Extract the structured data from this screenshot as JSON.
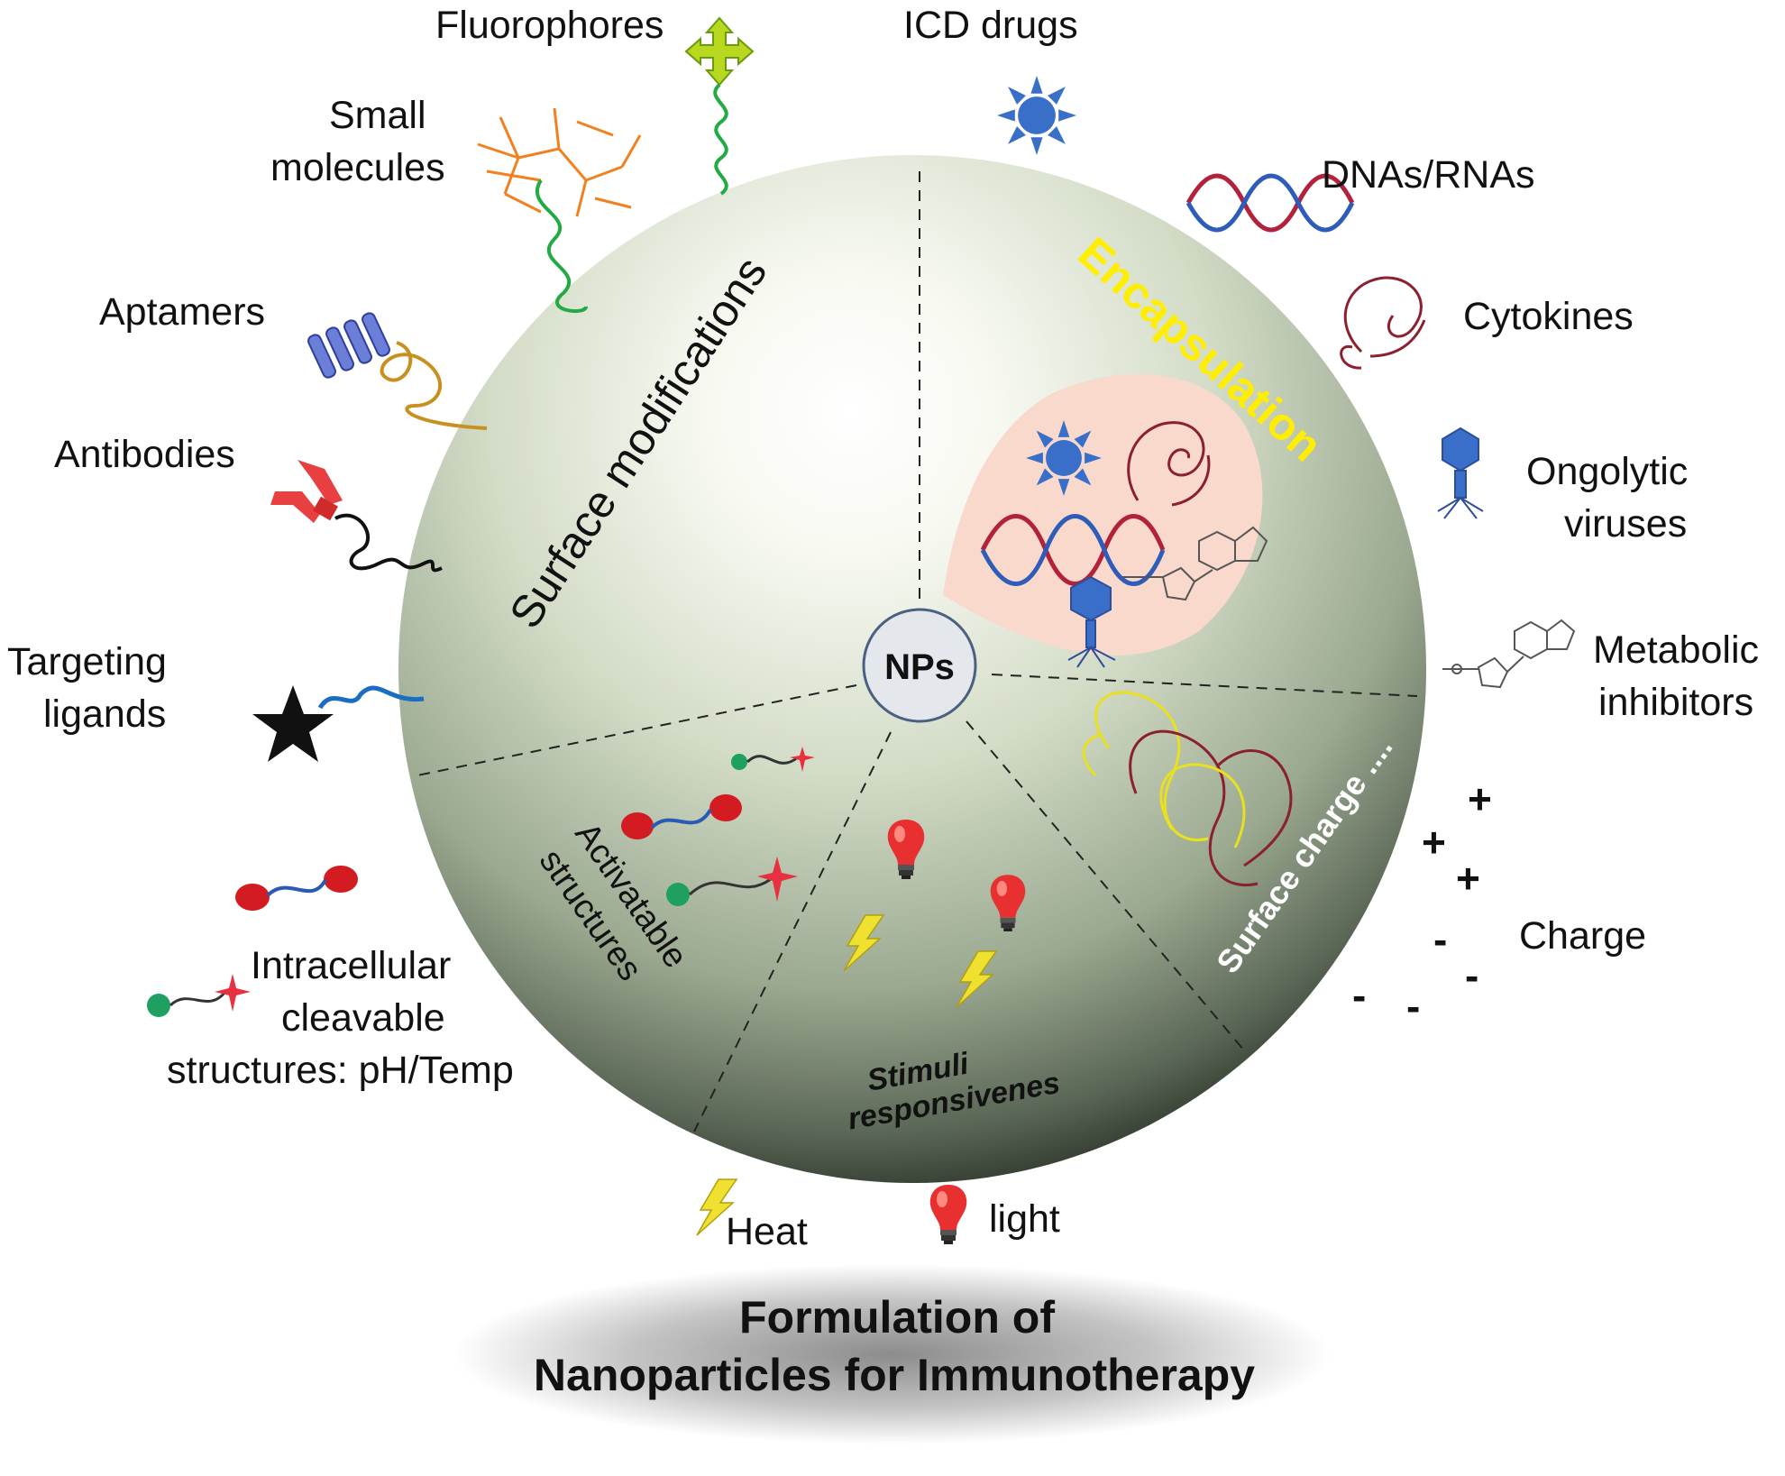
{
  "center_label": "NPs",
  "sectors": {
    "surface_modifications": "Surface modifications",
    "encapsulation": "Encapsulation",
    "surface_charge": "Surface charge ....",
    "stimuli_line1": "Stimuli",
    "stimuli_line2": "responsivenes",
    "activatable_line1": "Activatable",
    "activatable_line2": "structures"
  },
  "labels": {
    "fluorophores": "Fluorophores",
    "icd_drugs": "ICD drugs",
    "small_molecules_1": "Small",
    "small_molecules_2": "molecules",
    "dnas_rnas": "DNAs/RNAs",
    "aptamers": "Aptamers",
    "cytokines": "Cytokines",
    "antibodies": "Antibodies",
    "oncolytic_1": "Ongolytic",
    "oncolytic_2": "viruses",
    "metabolic_1": "Metabolic",
    "metabolic_2": "inhibitors",
    "targeting_1": "Targeting",
    "targeting_2": "ligands",
    "charge": "Charge",
    "intracellular_1": "Intracellular",
    "intracellular_2": "cleavable",
    "intracellular_3": "structures: pH/Temp",
    "heat": "Heat",
    "light": "light"
  },
  "charge_signs": {
    "plus": "+",
    "minus": "-"
  },
  "footer": {
    "line1": "Formulation  of",
    "line2": "Nanoparticles for Immunotherapy"
  },
  "colors": {
    "encapsulation_text": "#ffee00",
    "sphere_highlight": "#ffffff",
    "sphere_edge": "#2a3226",
    "payload_blob": "#f8d9cc",
    "drug_blue": "#3a6fc9",
    "dna_red": "#b2223a",
    "dna_blue": "#2e5cb8",
    "cytokine": "#8a2030",
    "bulb_red": "#e83030",
    "bolt_yellow": "#f0e030"
  }
}
